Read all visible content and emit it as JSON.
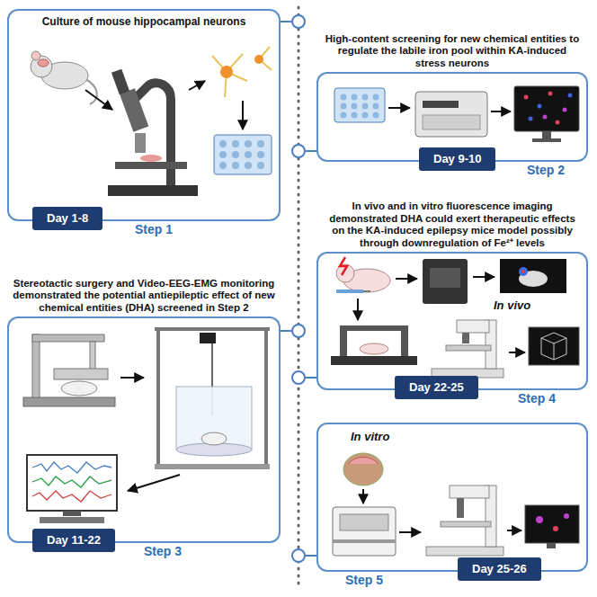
{
  "diagram": {
    "nodes": [
      {
        "text": [
          "Culture of mouse hippocampal neurons",
          "Step 1"
        ]
      },
      {
        "text": [
          "Day 1-8"
        ],
        "in": 0
      },
      {
        "text": [
          "High-content screening for new chemical entities to regulate the labile iron pool within KA-induced stress neurons",
          "Step 2"
        ]
      },
      {
        "text": [
          "Day 9-10"
        ],
        "in": 2
      },
      {
        "text": [
          "Stereotactic surgery and Video-EEG-EMG monitoring demonstrated the potential antiepileptic effect of new chemical entities (DHA) screened in Step 2",
          "Step 3"
        ]
      },
      {
        "text": [
          "Day 11-22"
        ],
        "in": 4
      },
      {
        "text": [
          "In vivo and in vitro fluorescence imaging demonstrated DHA could exert therapeutic effects on the KA-induced epilepsy mice model possibly through downregulation of Fe²⁺ levels",
          "In vivo",
          "Step 4"
        ]
      },
      {
        "text": [
          "Day 22-25"
        ],
        "in": 6
      },
      {
        "text": [
          "In vitro",
          "Step 5"
        ]
      },
      {
        "text": [
          "Day 25-26"
        ],
        "in": 8
      }
    ]
  }
}
